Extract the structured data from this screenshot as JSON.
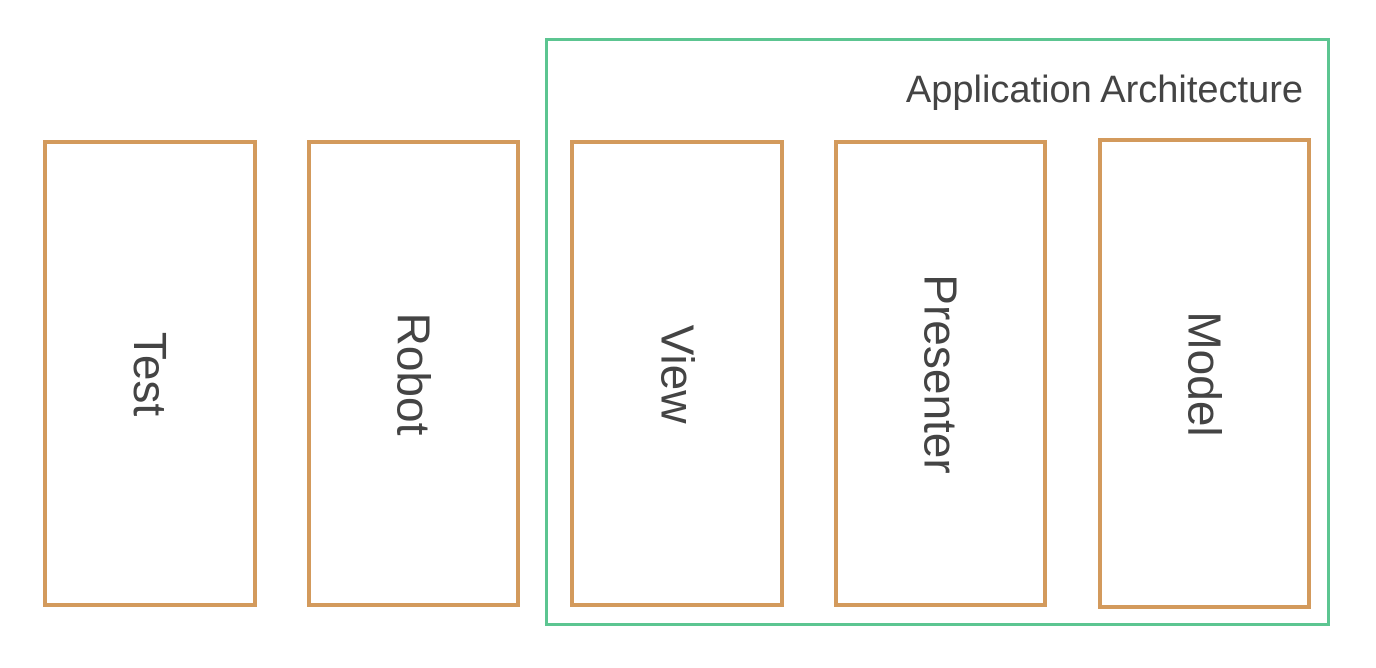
{
  "container": {
    "title": "Application Architecture",
    "border_color": "#5cc591"
  },
  "layers": {
    "test": "Test",
    "robot": "Robot",
    "view": "View",
    "presenter": "Presenter",
    "model": "Model"
  },
  "colors": {
    "box_border": "#d39a5c",
    "text": "#444444",
    "background": "#ffffff"
  }
}
